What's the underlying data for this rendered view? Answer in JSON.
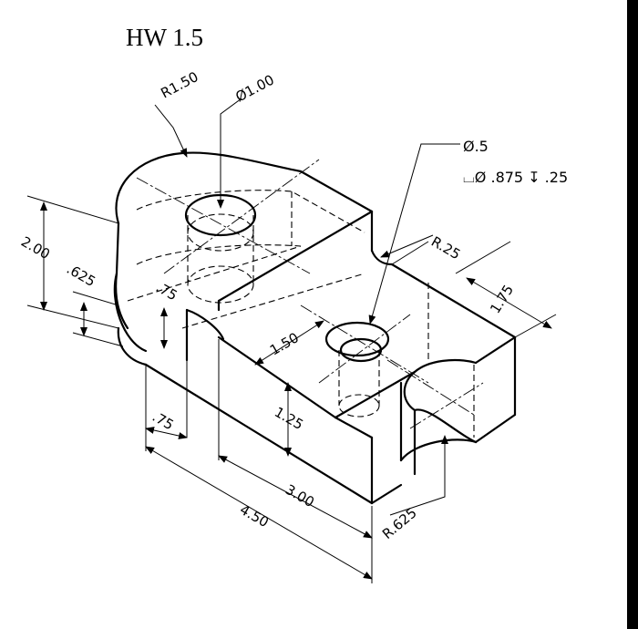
{
  "title": "HW 1.5",
  "dimensions": {
    "r150": "R1.50",
    "dia100": "Ø1.00",
    "dia05": "Ø.5",
    "counterbore": "⌴Ø .875 ↧ .25",
    "r25": "R.25",
    "d175": "1.75",
    "d200": "2.00",
    "d0625": ".625",
    "d75_vert": ".75",
    "d150": "1.50",
    "d125": "1.25",
    "d75_horiz": ".75",
    "d300": "3.00",
    "d450": "4.50",
    "r625": "R.625"
  }
}
